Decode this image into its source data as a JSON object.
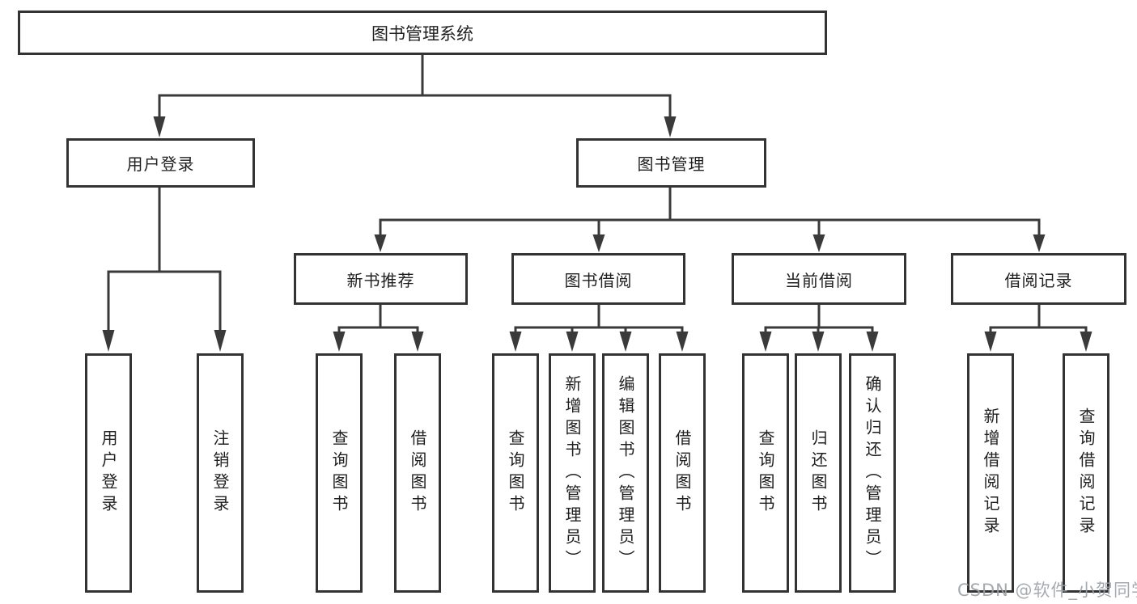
{
  "diagram": {
    "type": "tree",
    "title": "图书管理系统",
    "watermark": "CSDN @软件_小贺同学",
    "colors": {
      "line": "#3a3a3a",
      "box_border": "#333333",
      "box_fill": "#ffffff",
      "text": "#1f1f1f",
      "background": "#ffffff",
      "watermark": "#9ba1a6"
    },
    "nodes": {
      "root": {
        "label": "图书管理系统"
      },
      "user_login": {
        "label": "用户登录"
      },
      "book_mgmt": {
        "label": "图书管理"
      },
      "new_books": {
        "label": "新书推荐"
      },
      "book_borrow": {
        "label": "图书借阅"
      },
      "current_borrow": {
        "label": "当前借阅"
      },
      "borrow_records": {
        "label": "借阅记录"
      },
      "leaf_user_login": {
        "label": "用户登录"
      },
      "leaf_logout": {
        "label": "注销登录"
      },
      "leaf_nb_query": {
        "label": "查询图书"
      },
      "leaf_nb_borrow": {
        "label": "借阅图书"
      },
      "leaf_bb_query": {
        "label": "查询图书"
      },
      "leaf_bb_add": {
        "label": "新增图书（管理员）"
      },
      "leaf_bb_edit": {
        "label": "编辑图书（管理员）"
      },
      "leaf_bb_borrow": {
        "label": "借阅图书"
      },
      "leaf_cb_query": {
        "label": "查询图书"
      },
      "leaf_cb_return": {
        "label": "归还图书"
      },
      "leaf_cb_confirm": {
        "label": "确认归还（管理员）"
      },
      "leaf_br_add": {
        "label": "新增借阅记录"
      },
      "leaf_br_query": {
        "label": "查询借阅记录"
      }
    },
    "hierarchy": {
      "图书管理系统": {
        "用户登录": [
          "用户登录",
          "注销登录"
        ],
        "图书管理": {
          "新书推荐": [
            "查询图书",
            "借阅图书"
          ],
          "图书借阅": [
            "查询图书",
            "新增图书（管理员）",
            "编辑图书（管理员）",
            "借阅图书"
          ],
          "当前借阅": [
            "查询图书",
            "归还图书",
            "确认归还（管理员）"
          ],
          "借阅记录": [
            "新增借阅记录",
            "查询借阅记录"
          ]
        }
      }
    }
  }
}
